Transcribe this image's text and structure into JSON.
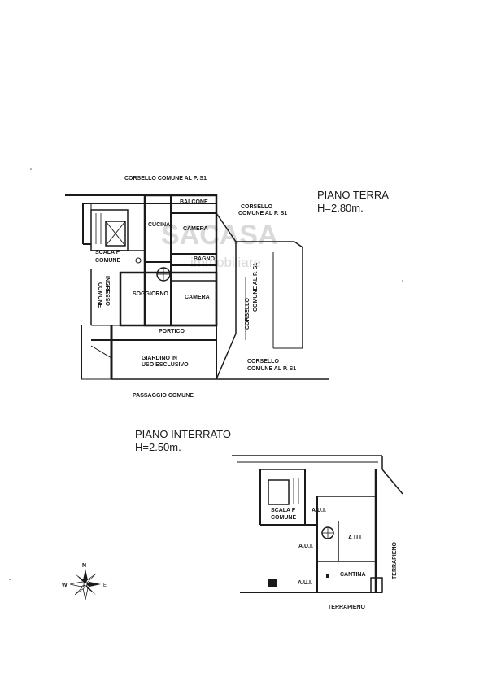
{
  "watermark": {
    "brand": "SACASA",
    "sub": "immobiliare"
  },
  "ground_floor": {
    "title": "PIANO TERRA",
    "height": "H=2.80m.",
    "labels": {
      "corsello_top": "CORSELLO COMUNE AL P. S1",
      "balcone": "BALCONE",
      "cucina": "CUCINA",
      "camera1": "CAMERA",
      "bagno": "BAGNO",
      "scala": "SCALA F",
      "scala_comune": "COMUNE",
      "ingresso": "INGRESSO",
      "ingresso_comune": "COMUNE",
      "soggiorno": "SOGGIORNO",
      "camera2": "CAMERA",
      "portico": "PORTICO",
      "giardino": "GIARDINO IN",
      "giardino2": "USO ESCLUSIVO",
      "passaggio": "PASSAGGIO COMUNE",
      "corsello_r1a": "CORSELLO",
      "corsello_r1b": "COMUNE AL P. S1",
      "corsello_v1": "CORSELLO",
      "corsello_v2": "COMUNE AL P. S1",
      "corsello_b1": "CORSELLO",
      "corsello_b2": "COMUNE AL P. S1"
    }
  },
  "basement": {
    "title": "PIANO INTERRATO",
    "height": "H=2.50m.",
    "labels": {
      "scala": "SCALA F",
      "scala_comune": "COMUNE",
      "aui1": "A.U.I.",
      "aui2": "A.U.I.",
      "aui3": "A.U.I.",
      "aui4": "A.U.I.",
      "cantina": "CANTINA",
      "terrapieno_b": "TERRAPIENO",
      "terrapieno_r": "TERRAPIENO"
    }
  },
  "compass": {
    "n": "N",
    "w": "W",
    "e": "E"
  }
}
